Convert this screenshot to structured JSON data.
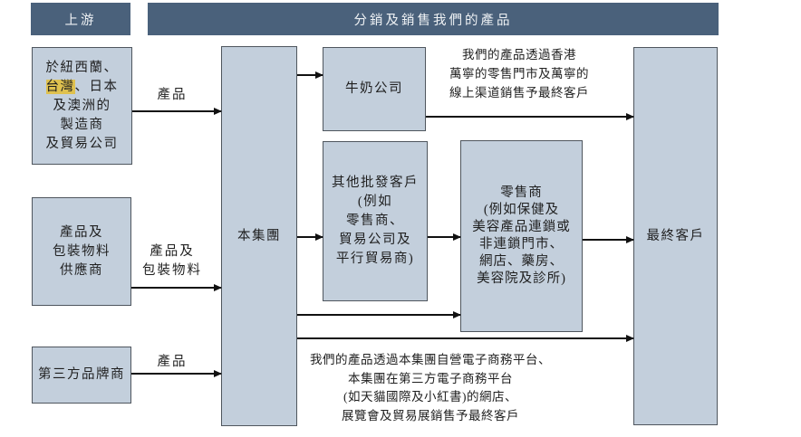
{
  "colors": {
    "header_bg": "#4a617b",
    "header_text": "#eef1f4",
    "box_bg": "#c3cfdc",
    "box_border": "#4f565e",
    "highlight_bg": "#dfc14f",
    "text": "#1f1f1f",
    "arrow": "#111111"
  },
  "headers": {
    "upstream": "上游",
    "distribution": "分銷及銷售我們的產品"
  },
  "boxes": {
    "manufacturers": {
      "line1": "於紐西蘭、",
      "line2_highlight": "台灣",
      "line2_rest": "、日本",
      "line3": "及澳洲的",
      "line4": "製造商",
      "line5": "及貿易公司"
    },
    "suppliers": {
      "line1": "產品及",
      "line2": "包裝物料",
      "line3": "供應商"
    },
    "third_party_brands": {
      "label": "第三方品牌商"
    },
    "group": {
      "label": "本集團"
    },
    "dairy_company": {
      "label": "牛奶公司"
    },
    "other_wholesale": {
      "line1": "其他批發客戶",
      "line2": "(例如",
      "line3": "零售商、",
      "line4": "貿易公司及",
      "line5": "平行貿易商)"
    },
    "retailers": {
      "line1": "零售商",
      "line2": "(例如保健及",
      "line3": "美容產品連鎖或",
      "line4": "非連鎖門市、",
      "line5": "網店、藥房、",
      "line6": "美容院及診所)"
    },
    "final_customers": {
      "label": "最終客戶"
    }
  },
  "arrow_labels": {
    "products_1": "產品",
    "products_packaging_line1": "產品及",
    "products_packaging_line2": "包裝物料",
    "products_2": "產品"
  },
  "annotations": {
    "mannings": {
      "line1": "我們的產品透過香港",
      "line2": "萬寧的零售門市及萬寧的",
      "line3": "線上渠道銷售予最終客戶"
    },
    "ecommerce": {
      "line1": "我們的產品透過本集團自營電子商務平台、",
      "line2": "本集團在第三方電子商務平台",
      "line3": "(如天貓國際及小紅書)的網店、",
      "line4": "展覽會及貿易展銷售予最終客戶"
    }
  }
}
